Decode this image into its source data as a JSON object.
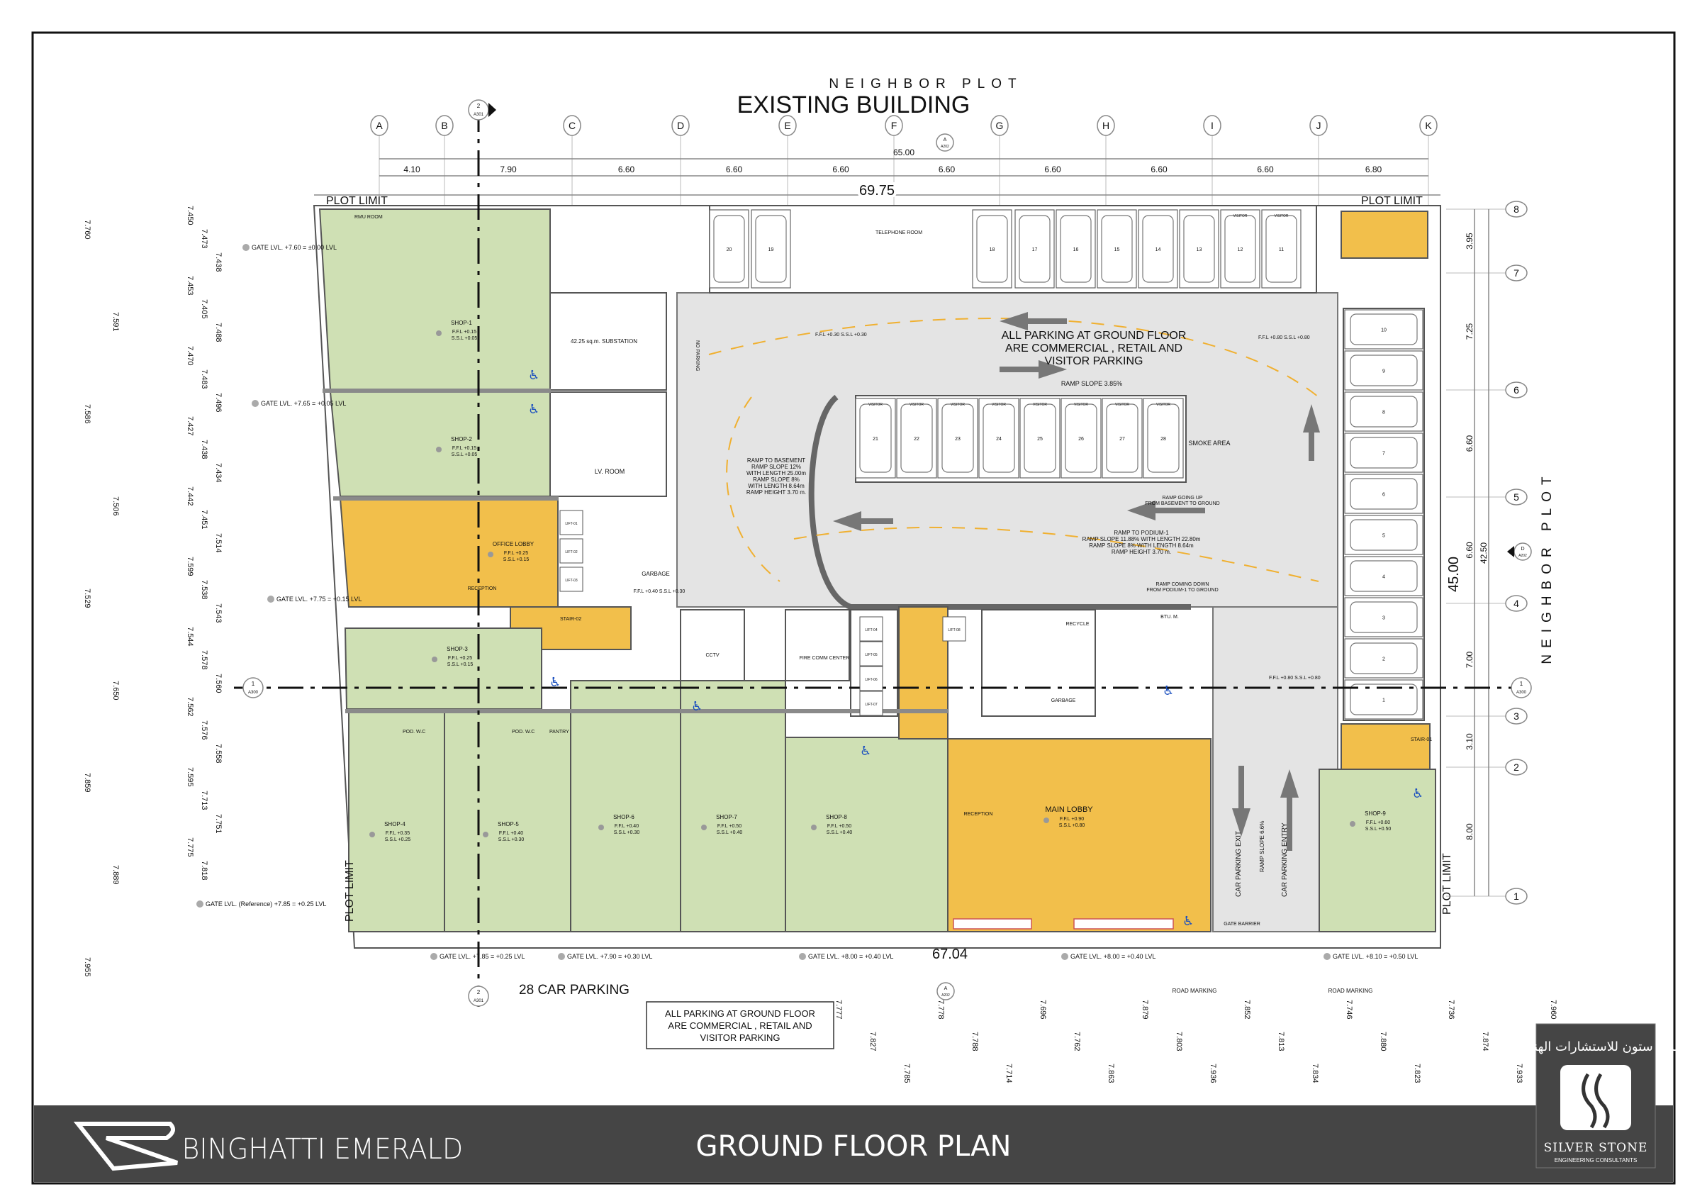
{
  "title_block": {
    "project": "BINGHATTI  EMERALD",
    "sheet_title": "GROUND FLOOR PLAN",
    "consultant_name": "SILVER STONE",
    "consultant_sub": "ENGINEERING CONSULTANTS",
    "consultant_arabic": "سلفر ستون للاستشارات الهندسية"
  },
  "header": {
    "neighbor_top": "NEIGHBOR PLOT",
    "existing_building": "EXISTING BUILDING",
    "neighbor_right": "NEIGHBOR PLOT"
  },
  "grid": {
    "columns": [
      "A",
      "B",
      "C",
      "D",
      "E",
      "F",
      "G",
      "H",
      "I",
      "J",
      "K"
    ],
    "rows": [
      "8",
      "7",
      "6",
      "5",
      "4",
      "3",
      "2",
      "1"
    ],
    "col_spacings": [
      "4.10",
      "7.90",
      "6.60",
      "6.60",
      "6.60",
      "6.60",
      "6.60",
      "6.60",
      "6.60",
      "6.80"
    ],
    "row_spacings": [
      "3.95",
      "7.25",
      "6.60",
      "6.60",
      "7.00",
      "3.10",
      "8.00"
    ],
    "overall_cols": "65.00",
    "overall_rows": "42.50",
    "plot_width": "69.75",
    "plot_depth": "45.00",
    "front_width": "67.04"
  },
  "section_marks": {
    "top": {
      "num": "2",
      "sheet": "A301"
    },
    "bottom": {
      "num": "2",
      "sheet": "A301"
    },
    "left": {
      "num": "1",
      "sheet": "A300"
    },
    "right": {
      "num": "1",
      "sheet": "A300"
    },
    "elev_right": {
      "num": "D",
      "sheet": "A202"
    },
    "elev_top": {
      "num": "A",
      "sheet": "A202"
    },
    "elev_bottom": {
      "num": "A",
      "sheet": "A202"
    }
  },
  "labels": {
    "plot_limit": "PLOT LIMIT",
    "parking_note": [
      "ALL PARKING AT GROUND FLOOR",
      "ARE COMMERCIAL , RETAIL AND",
      "VISITOR PARKING"
    ],
    "ramp_slope": "RAMP SLOPE 3.85%",
    "car_parking_count": "28 CAR PARKING",
    "car_exit": "CAR PARKING EXIT",
    "car_entry": "CAR PARKING ENTRY",
    "ramp_slope_entry": "RAMP SLOPE 6.6%",
    "gate_barrier": "GATE BARRIER",
    "smoke_area": "SMOKE AREA",
    "road_marking": "ROAD MARKING",
    "ramp_basement": [
      "RAMP TO BASEMENT",
      "RAMP SLOPE 12%",
      "WITH LENGTH 25.00m",
      "RAMP SLOPE 8%",
      "WITH LENGTH 8.64m",
      "RAMP HEIGHT 3.70 m."
    ],
    "ramp_podium": [
      "RAMP TO PODIUM-1",
      "RAMP SLOPE 11.88% WITH LENGTH 22.80m",
      "RAMP SLOPE 8% WITH LENGTH 8.64m",
      "RAMP HEIGHT 3.70 m."
    ],
    "ramp_up": [
      "RAMP GOING UP",
      "FROM BASEMENT TO GROUND"
    ],
    "ramp_down": [
      "RAMP COMING DOWN",
      "FROM PODIUM-1 TO GROUND"
    ],
    "no_parking": "NO PARKING"
  },
  "rooms": [
    {
      "name": "SHOP-1",
      "ffl": "F.F.L +0.15",
      "ssl": "S.S.L +0.05"
    },
    {
      "name": "SHOP-2",
      "ffl": "F.F.L +0.15",
      "ssl": "S.S.L +0.05"
    },
    {
      "name": "OFFICE LOBBY",
      "ffl": "F.F.L +0.25",
      "ssl": "S.S.L +0.15"
    },
    {
      "name": "SHOP-3",
      "ffl": "F.F.L +0.25",
      "ssl": "S.S.L +0.15"
    },
    {
      "name": "SHOP-4",
      "ffl": "F.F.L +0.35",
      "ssl": "S.S.L +0.25"
    },
    {
      "name": "SHOP-5",
      "ffl": "F.F.L +0.40",
      "ssl": "S.S.L +0.30"
    },
    {
      "name": "SHOP-6",
      "ffl": "F.F.L +0.40",
      "ssl": "S.S.L +0.30"
    },
    {
      "name": "SHOP-7",
      "ffl": "F.F.L +0.50",
      "ssl": "S.S.L +0.40"
    },
    {
      "name": "SHOP-8",
      "ffl": "F.F.L +0.50",
      "ssl": "S.S.L +0.40"
    },
    {
      "name": "MAIN LOBBY",
      "ffl": "F.F.L +0.90",
      "ssl": "S.S.L +0.80"
    },
    {
      "name": "SHOP-9",
      "ffl": "F.F.L +0.60",
      "ssl": "S.S.L +0.50"
    }
  ],
  "service_rooms": {
    "substation": "42.25 sq.m. SUBSTATION",
    "lv_room": "LV. ROOM",
    "garbage": "GARBAGE",
    "garbage_lvl": "F.F.L +0.40  S.S.L +0.30",
    "cctv": "CCTV",
    "fire_comm": "FIRE COMM CENTER",
    "telephone": "TELEPHONE ROOM",
    "rmu": "RMU ROOM",
    "stair_01": "STAIR-01",
    "stair_02": "STAIR-02",
    "reception": "RECEPTION",
    "pod_wc": "POD. W.C",
    "pantry": "PANTRY",
    "recycle": "RECYCLE",
    "btu": "BTU. M.",
    "lifts": [
      "LIFT-01",
      "LIFT-02",
      "LIFT-03",
      "LIFT-04",
      "LIFT-05",
      "LIFT-06",
      "LIFT-07",
      "LIFT-08"
    ]
  },
  "parking": {
    "top_row": [
      "20",
      "19",
      "18",
      "17",
      "16",
      "15",
      "14",
      "13",
      "12",
      "11"
    ],
    "middle_row": [
      "21",
      "22",
      "23",
      "24",
      "25",
      "26",
      "27",
      "28"
    ],
    "right_column": [
      "10",
      "9",
      "8",
      "7",
      "6",
      "5",
      "4",
      "3",
      "2",
      "1"
    ],
    "visitor_label": "VISITOR",
    "ffl_parking": "F.F.L +0.30  S.S.L +0.30",
    "ffl_right": "F.F.L +0.80  S.S.L +0.80"
  },
  "gate_levels": [
    "GATE LVL. +7.60 = ±0.00 LVL",
    "GATE LVL. +7.65 = +0.05 LVL",
    "GATE LVL. +7.75 = +0.15 LVL",
    "GATE LVL. (Reference) +7.85 = +0.25 LVL",
    "GATE LVL. +7.85 = +0.25 LVL",
    "GATE LVL. +7.90 = +0.30 LVL",
    "GATE LVL. +8.00 = +0.40 LVL",
    "GATE LVL. +8.00 = +0.40 LVL",
    "GATE LVL. +8.10 = +0.50 LVL"
  ],
  "spot_levels_left": [
    "7.760",
    "7.591",
    "7.586",
    "7.506",
    "7.529",
    "7.650",
    "7.859",
    "7.889",
    "7.955",
    "7.450",
    "7.473",
    "7.438",
    "7.453",
    "7.405",
    "7.488",
    "7.470",
    "7.483",
    "7.496",
    "7.427",
    "7.438",
    "7.434",
    "7.442",
    "7.451",
    "7.514",
    "7.599",
    "7.538",
    "7.543",
    "7.544",
    "7.578",
    "7.560",
    "7.562",
    "7.576",
    "7.558",
    "7.595",
    "7.713",
    "7.751",
    "7.775",
    "7.818"
  ],
  "spot_levels_bottom": [
    "7.777",
    "7.827",
    "7.785",
    "7.778",
    "7.788",
    "7.714",
    "7.696",
    "7.762",
    "7.863",
    "7.879",
    "7.803",
    "7.936",
    "7.852",
    "7.813",
    "7.834",
    "7.746",
    "7.880",
    "7.823",
    "7.736",
    "7.874",
    "7.933",
    "7.960"
  ]
}
